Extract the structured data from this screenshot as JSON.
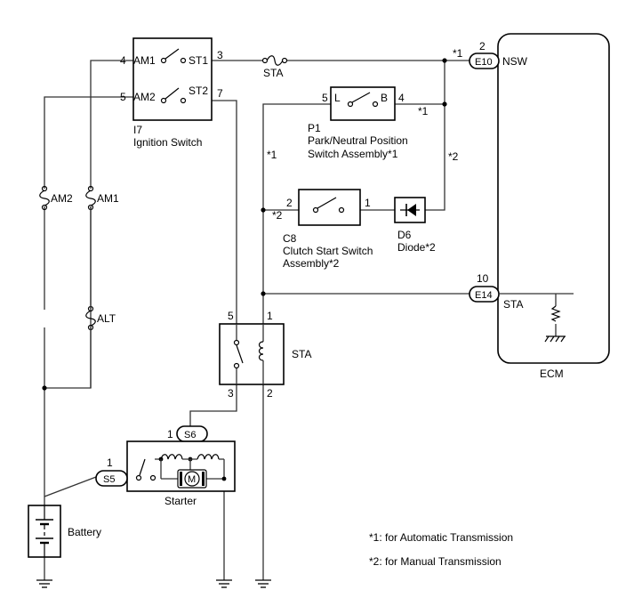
{
  "ignition_switch": {
    "id": "I7",
    "name": "Ignition Switch",
    "pins": {
      "am1": "4",
      "st1": "3",
      "am2": "5",
      "st2": "7"
    },
    "labels": {
      "am1": "AM1",
      "st1": "ST1",
      "am2": "AM2",
      "st2": "ST2"
    }
  },
  "fuses": {
    "sta": "STA",
    "am2": "AM2",
    "am1": "AM1",
    "alt": "ALT"
  },
  "pnp_switch": {
    "id": "P1",
    "name_line1": "Park/Neutral Position",
    "name_line2": "Switch Assembly*1",
    "pin_l": "5",
    "term_l": "L",
    "term_b": "B",
    "pin_b": "4"
  },
  "clutch_switch": {
    "id": "C8",
    "name_line1": "Clutch Start Switch",
    "name_line2": "Assembly*2",
    "pin_left": "2",
    "pin_right": "1"
  },
  "diode": {
    "id": "D6",
    "name": "Diode*2"
  },
  "relay": {
    "name": "STA",
    "pin5": "5",
    "pin1": "1",
    "pin3": "3",
    "pin2": "2"
  },
  "connectors": {
    "e10": {
      "id": "E10",
      "pin": "2",
      "signal": "NSW"
    },
    "e14": {
      "id": "E14",
      "pin": "10",
      "signal": "STA"
    },
    "s6": {
      "id": "S6",
      "pin": "1"
    },
    "s5": {
      "id": "S5",
      "pin": "1"
    }
  },
  "ecm": {
    "name": "ECM"
  },
  "starter": {
    "name": "Starter",
    "motor": "M"
  },
  "battery": {
    "name": "Battery"
  },
  "marks": {
    "m1": "*1",
    "m2": "*2"
  },
  "notes": [
    "*1: for Automatic Transmission",
    "*2: for Manual Transmission"
  ]
}
